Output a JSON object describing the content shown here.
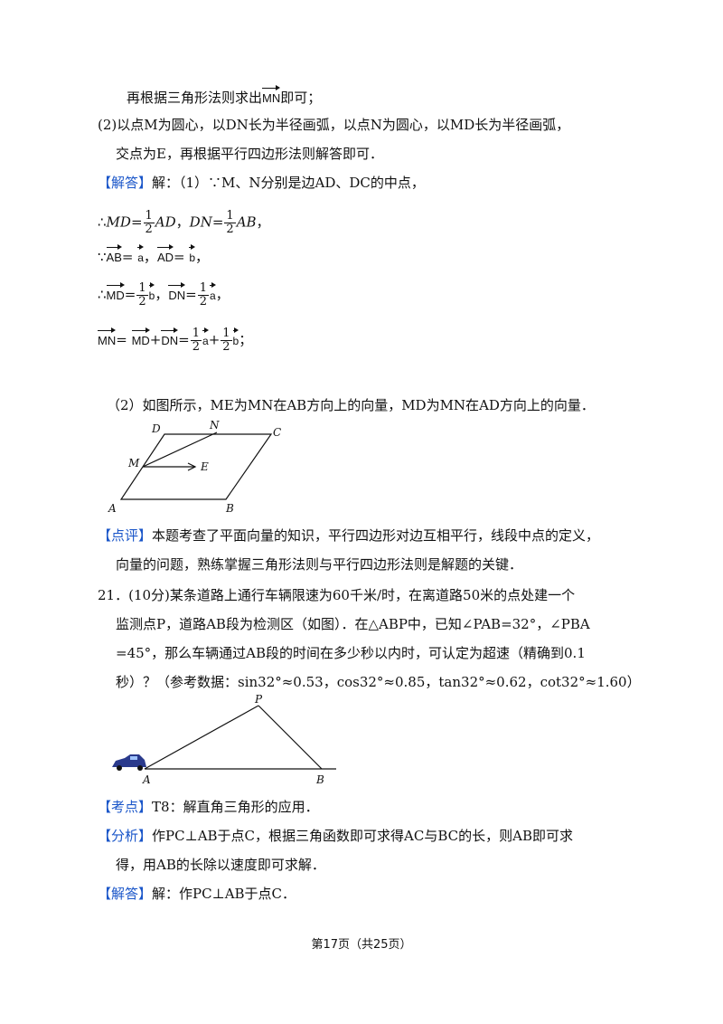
{
  "l1": "再根据三角形法则求出",
  "l1_vec": "MN",
  "l1_end": "即可；",
  "l2": "(2)以点M为圆心，以DN长为半径画弧，以点N为圆心，以MD长为半径画弧，",
  "l3": "交点为E，再根据平行四边形法则解答即可．",
  "ans_label": "【解答】",
  "ans1": "解：（1）∵M、N分别是边AD、DC的中点，",
  "md_line": "∴MD=½AD，DN=½AB，",
  "ab_line": "∵AB=a，AD=b，",
  "mdv_line": "∴MD=½b，DN=½a，",
  "mn_line": "MN=MD+DN=½a+½b；",
  "p2": "（2）如图所示，ME为MN在AB方向上的向量，MD为MN在AD方向上的向量．",
  "fig1": {
    "A": "A",
    "B": "B",
    "C": "C",
    "D": "D",
    "M": "M",
    "N": "N",
    "E": "E"
  },
  "comment_label": "【点评】",
  "comment1": "本题考查了平面向量的知识，平行四边形对边互相平行，线段中点的定义，",
  "comment2": "向量的问题，熟练掌握三角形法则与平行四边形法则是解题的关键．",
  "q21_1": "21．(10分)某条道路上通行车辆限速为60千米/时，在离道路50米的点处建一个",
  "q21_2": "监测点P，道路AB段为检测区（如图）．在△ABP中，已知∠PAB=32°，∠PBA",
  "q21_3": "=45°，那么车辆通过AB段的时间在多少秒以内时，可认定为超速（精确到0.1",
  "q21_4": "秒）？（参考数据：sin32°≈0.53，cos32°≈0.85，tan32°≈0.62，cot32°≈1.60）",
  "fig2": {
    "P": "P",
    "A": "A",
    "B": "B"
  },
  "kd_label": "【考点】",
  "kd": "T8：解直角三角形的应用．",
  "fx_label": "【分析】",
  "fx1": "作PC⊥AB于点C，根据三角函数即可求得AC与BC的长，则AB即可求",
  "fx2": "得，用AB的长除以速度即可求解．",
  "jd_label": "【解答】",
  "jd": "解：作PC⊥AB于点C．",
  "footer": "第17页（共25页）"
}
